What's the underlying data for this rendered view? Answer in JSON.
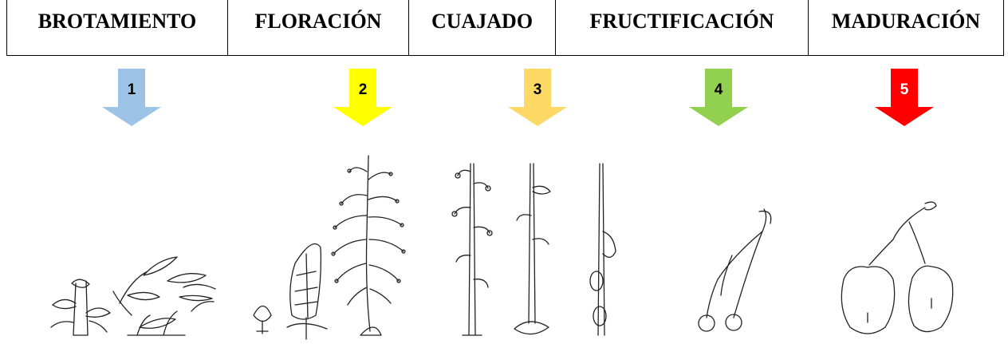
{
  "stages": [
    {
      "name": "BROTAMIENTO",
      "number": "1",
      "color": "#9DC3E6",
      "number_color": "#000000"
    },
    {
      "name": "FLORACIÓN",
      "number": "2",
      "color": "#FFFF00",
      "number_color": "#000000"
    },
    {
      "name": "CUAJADO",
      "number": "3",
      "color": "#FFD966",
      "number_color": "#000000"
    },
    {
      "name": "FRUCTIFICACIÓN",
      "number": "4",
      "color": "#92D050",
      "number_color": "#000000"
    },
    {
      "name": "MADURACIÓN",
      "number": "5",
      "color": "#FF0000",
      "number_color": "#FFFFFF"
    }
  ]
}
